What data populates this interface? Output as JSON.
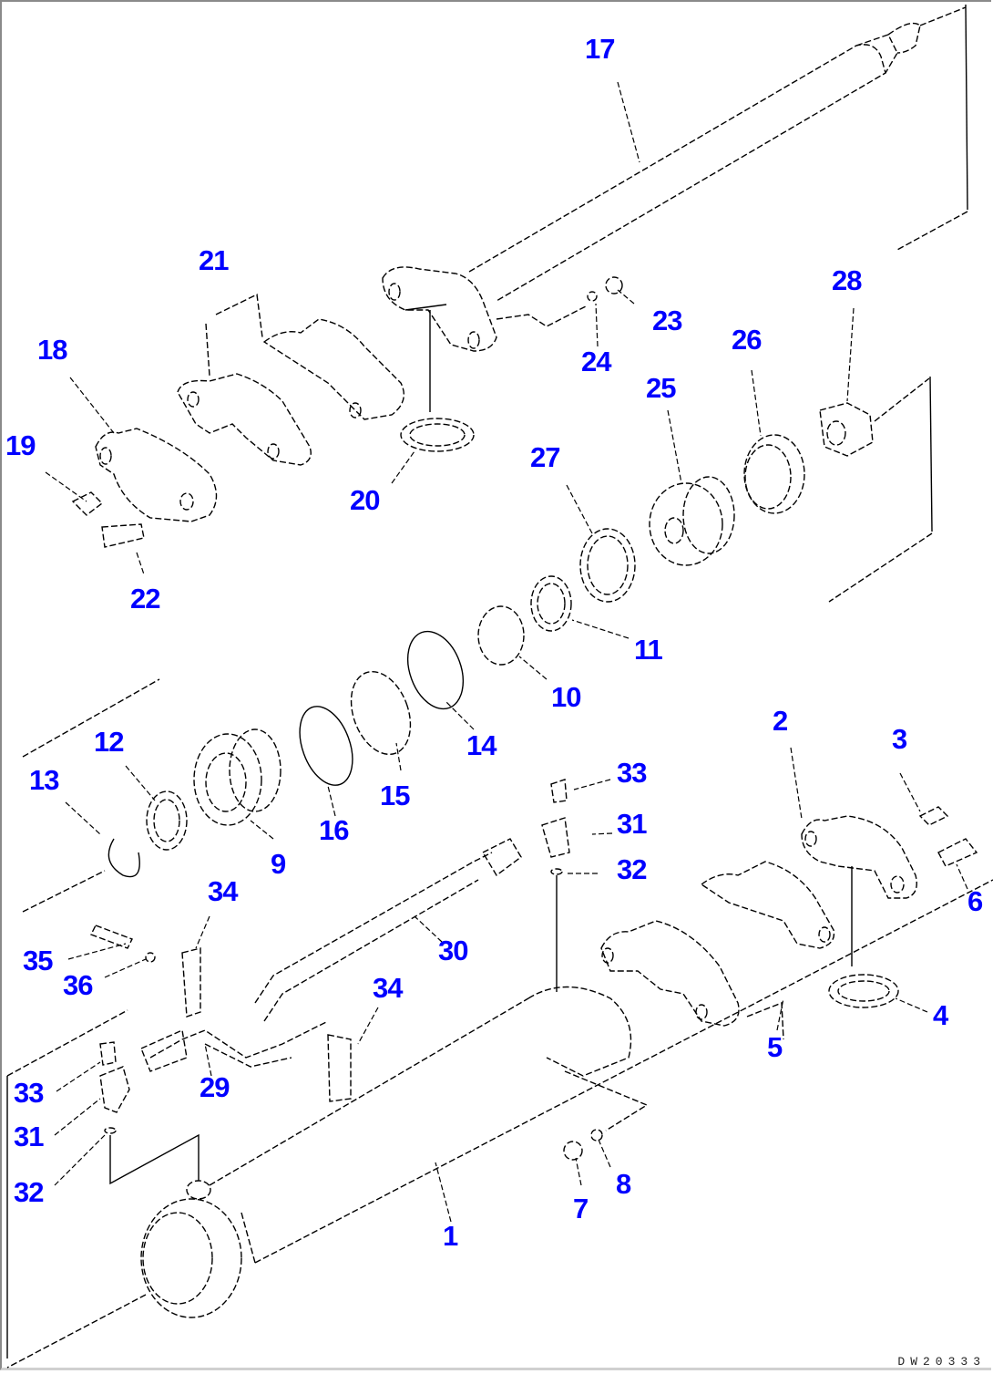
{
  "diagram": {
    "title": "Hydraulic cylinder exploded parts diagram",
    "drawing_code": "DW20333",
    "label_color": "#0000ff",
    "line_color": "#000000",
    "callouts": [
      {
        "id": "1",
        "part": "cylinder-tube"
      },
      {
        "id": "2",
        "part": "bracket-cap"
      },
      {
        "id": "3",
        "part": "lock-washer"
      },
      {
        "id": "4",
        "part": "bushing"
      },
      {
        "id": "5",
        "part": "shim-set"
      },
      {
        "id": "6",
        "part": "bolt"
      },
      {
        "id": "7",
        "part": "nut"
      },
      {
        "id": "8",
        "part": "washer"
      },
      {
        "id": "9",
        "part": "cylinder-head"
      },
      {
        "id": "10",
        "part": "bushing"
      },
      {
        "id": "11",
        "part": "snap-ring"
      },
      {
        "id": "12",
        "part": "dust-seal"
      },
      {
        "id": "13",
        "part": "snap-ring"
      },
      {
        "id": "14",
        "part": "o-ring"
      },
      {
        "id": "15",
        "part": "backup-ring"
      },
      {
        "id": "16",
        "part": "o-ring"
      },
      {
        "id": "17",
        "part": "piston-rod"
      },
      {
        "id": "18",
        "part": "bracket-cap"
      },
      {
        "id": "19",
        "part": "lock-washer"
      },
      {
        "id": "20",
        "part": "bushing"
      },
      {
        "id": "21",
        "part": "shim-set"
      },
      {
        "id": "22",
        "part": "bolt"
      },
      {
        "id": "23",
        "part": "nut"
      },
      {
        "id": "24",
        "part": "washer"
      },
      {
        "id": "25",
        "part": "piston"
      },
      {
        "id": "26",
        "part": "wear-ring"
      },
      {
        "id": "27",
        "part": "piston-ring"
      },
      {
        "id": "28",
        "part": "nut"
      },
      {
        "id": "29",
        "part": "tube"
      },
      {
        "id": "30",
        "part": "tube"
      },
      {
        "id": "31a",
        "label": "31",
        "part": "elbow"
      },
      {
        "id": "31b",
        "label": "31",
        "part": "elbow"
      },
      {
        "id": "32a",
        "label": "32",
        "part": "o-ring"
      },
      {
        "id": "32b",
        "label": "32",
        "part": "o-ring"
      },
      {
        "id": "33a",
        "label": "33",
        "part": "plug"
      },
      {
        "id": "33b",
        "label": "33",
        "part": "plug"
      },
      {
        "id": "34a",
        "label": "34",
        "part": "clamp"
      },
      {
        "id": "34b",
        "label": "34",
        "part": "clamp"
      },
      {
        "id": "35",
        "part": "bolt"
      },
      {
        "id": "36",
        "part": "washer"
      }
    ]
  },
  "labels": {
    "l1": "1",
    "l2": "2",
    "l3": "3",
    "l4": "4",
    "l5": "5",
    "l6": "6",
    "l7": "7",
    "l8": "8",
    "l9": "9",
    "l10": "10",
    "l11": "11",
    "l12": "12",
    "l13": "13",
    "l14": "14",
    "l15": "15",
    "l16": "16",
    "l17": "17",
    "l18": "18",
    "l19": "19",
    "l20": "20",
    "l21": "21",
    "l22": "22",
    "l23": "23",
    "l24": "24",
    "l25": "25",
    "l26": "26",
    "l27": "27",
    "l28": "28",
    "l29": "29",
    "l30": "30",
    "l31a": "31",
    "l31b": "31",
    "l32a": "32",
    "l32b": "32",
    "l33a": "33",
    "l33b": "33",
    "l34a": "34",
    "l34b": "34",
    "l35": "35",
    "l36": "36"
  }
}
